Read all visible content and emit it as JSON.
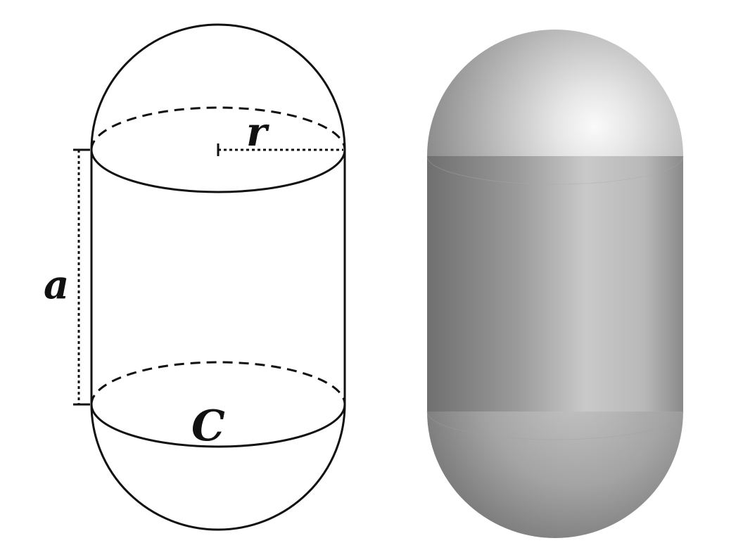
{
  "diagram": {
    "subject": "capsule",
    "labels": {
      "radius": "r",
      "height": "a",
      "circumference": "C"
    },
    "colors": {
      "line": "#111111",
      "shade_light": "#f7f7f7",
      "shade_mid": "#bdbdbd",
      "shade_dark": "#6f6f6f",
      "background": "#ffffff"
    }
  }
}
